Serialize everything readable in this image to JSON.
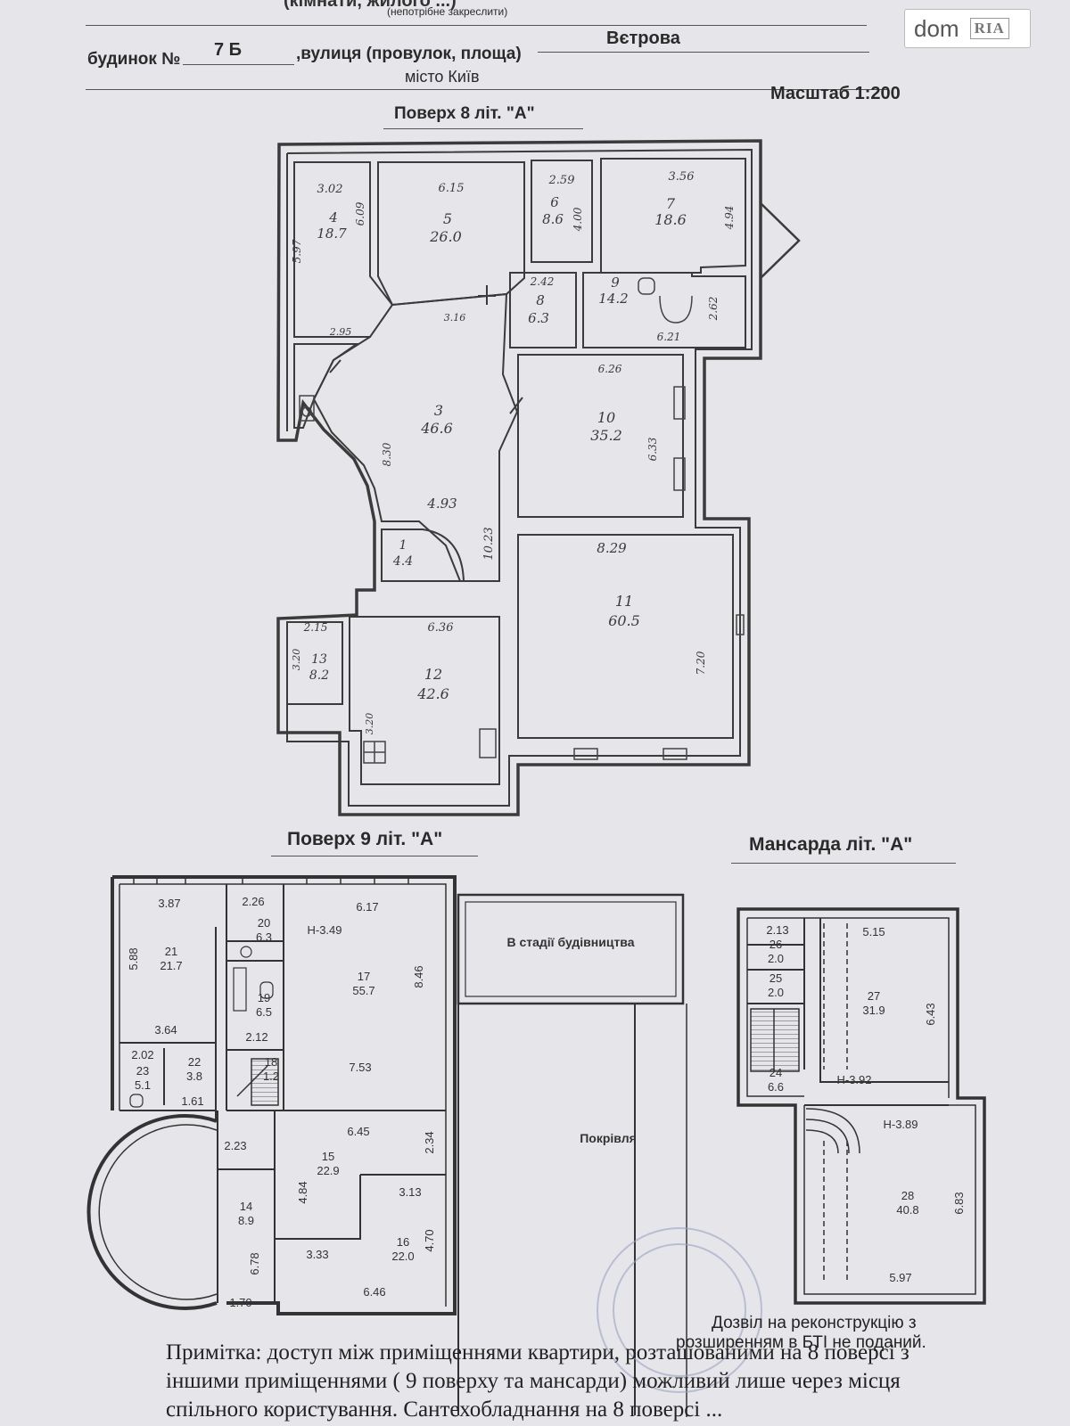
{
  "header": {
    "top_cut": "(кімнати, жилого ...)",
    "top_cut_sub": "(непотрібне закреслити)",
    "house_label": "будинок №",
    "house_number": "7 Б",
    "street_label": ",вулиця (провулок, площа)",
    "street_value": "Вєтрова",
    "city": "місто Київ",
    "scale": "Масштаб 1:200"
  },
  "logo": {
    "text": "dom",
    "badge": "RIA"
  },
  "floor8": {
    "title": "Поверх 8  літ. \"А\"",
    "rooms": [
      {
        "no": "4",
        "area": "18.7"
      },
      {
        "no": "5",
        "area": "26.0"
      },
      {
        "no": "6",
        "area": "8.6"
      },
      {
        "no": "7",
        "area": "18.6"
      },
      {
        "no": "8",
        "area": "6.3"
      },
      {
        "no": "9",
        "area": "14.2"
      },
      {
        "no": "3",
        "area": "46.6"
      },
      {
        "no": "10",
        "area": "35.2"
      },
      {
        "no": "11",
        "area": "60.5"
      },
      {
        "no": "1",
        "area": "4.4"
      },
      {
        "no": "12",
        "area": "42.6"
      },
      {
        "no": "13",
        "area": "8.2"
      }
    ],
    "dims": [
      "3.02",
      "6.15",
      "2.59",
      "3.56",
      "5.97",
      "6.09",
      "4.00",
      "4.94",
      "2.42",
      "2.62",
      "6.21",
      "6.26",
      "6.33",
      "8.30",
      "4.93",
      "10.23",
      "8.29",
      "7.20",
      "2.15",
      "6.36",
      "3.20",
      "3.20",
      "2.95",
      "3.16"
    ]
  },
  "floor9": {
    "title": "Поверх 9 літ. \"А\"",
    "under_construction": "В стадії будівництва",
    "roof": "Покрівля",
    "rooms": [
      {
        "no": "21",
        "area": "21.7"
      },
      {
        "no": "20",
        "area": "6.3"
      },
      {
        "no": "17",
        "area": "55.7"
      },
      {
        "no": "19",
        "area": "6.5"
      },
      {
        "no": "18",
        "area": "1.2"
      },
      {
        "no": "23",
        "area": "5.1"
      },
      {
        "no": "22",
        "area": "3.8"
      },
      {
        "no": "15",
        "area": "22.9"
      },
      {
        "no": "16",
        "area": "22.0"
      },
      {
        "no": "14",
        "area": "8.9"
      }
    ],
    "height": "Н-3.49",
    "dims": [
      "3.87",
      "2.26",
      "6.17",
      "5.88",
      "8.46",
      "3.64",
      "2.12",
      "2.02",
      "7.53",
      "1.61",
      "2.23",
      "6.45",
      "2.34",
      "4.84",
      "3.13",
      "3.33",
      "4.70",
      "6.78",
      "6.46",
      "1.70"
    ]
  },
  "mansard": {
    "title": "Мансарда  літ. \"А\"",
    "rooms": [
      {
        "no": "26",
        "area": "2.0"
      },
      {
        "no": "25",
        "area": "2.0"
      },
      {
        "no": "27",
        "area": "31.9"
      },
      {
        "no": "24",
        "area": "6.6"
      },
      {
        "no": "28",
        "area": "40.8"
      }
    ],
    "heights": [
      "Н-3.92",
      "Н-3.89"
    ],
    "dims": [
      "2.13",
      "5.15",
      "6.43",
      "6.83",
      "5.97"
    ]
  },
  "permit_note": [
    "Дозвіл на реконструкцію з",
    "розширенням в БТІ не поданий."
  ],
  "footnote": [
    "Примітка: доступ між приміщеннями квартири, розташованими на 8 поверсі з",
    "іншими приміщеннями ( 9 поверху та мансарди) можливий лише через місця",
    "спільного користування. Сантехобладнання на 8 поверсі ..."
  ]
}
